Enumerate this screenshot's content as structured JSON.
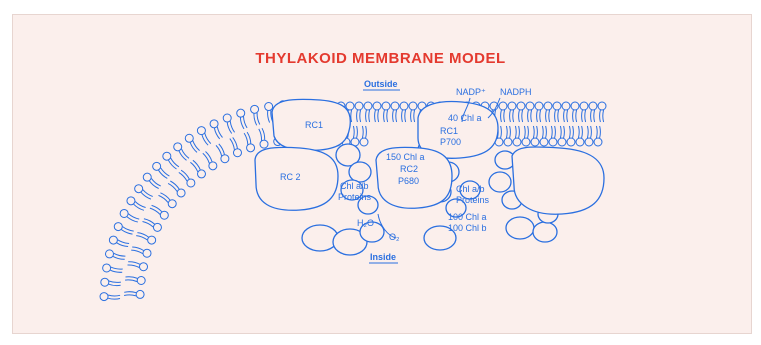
{
  "title": "THYLAKOID MEMBRANE MODEL",
  "labels": {
    "outside": "Outside",
    "inside": "Inside",
    "nadp_plus": "NADP⁺",
    "nadph": "NADPH",
    "rc1_left": "RC1",
    "chl40": "40 Chl a",
    "rc1_right": "RC1",
    "p700": "P700",
    "chl150": "150 Chl a",
    "rc2_left": "RC 2",
    "rc2_center": "RC2",
    "p680": "P680",
    "chlab_left": "Chl a/b",
    "proteins_left": "Proteins",
    "chlab_right": "Chl a/b",
    "proteins_right": "Proteins",
    "h2o": "H₂O",
    "o2": "O₂",
    "chl100a": "100 Chl a",
    "chl100b": "100 Chl b"
  },
  "colors": {
    "ink": "#2a6fe0",
    "title": "#e43a2f",
    "card": "#fbefec"
  }
}
